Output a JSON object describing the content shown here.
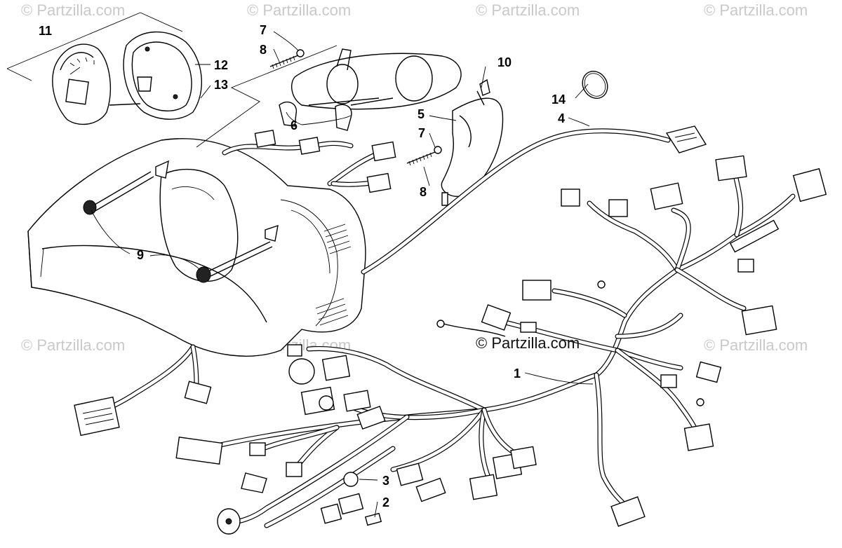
{
  "watermarks": {
    "brand": "© Partzilla.com",
    "center": "© Partzilla.com"
  },
  "callouts": {
    "c1": "1",
    "c2": "2",
    "c3": "3",
    "c4": "4",
    "c5": "5",
    "c6": "6",
    "c7a": "7",
    "c7b": "7",
    "c8a": "8",
    "c8b": "8",
    "c9": "9",
    "c10": "10",
    "c11": "11",
    "c12": "12",
    "c13": "13",
    "c14": "14"
  }
}
